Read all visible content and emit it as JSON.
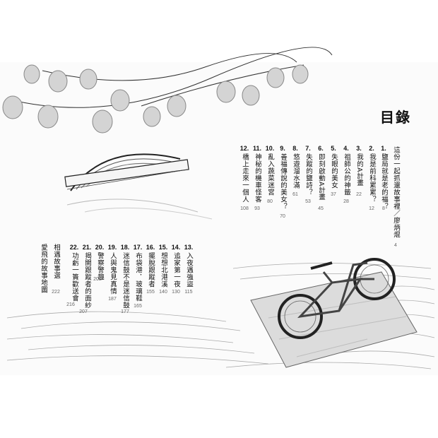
{
  "title": "目錄",
  "toc_top": [
    {
      "label": "這份一起抓還故事裡／廖炳焜",
      "page": "4"
    },
    {
      "num": "1.",
      "label": "鹽局就是老的福？",
      "page": "8"
    },
    {
      "num": "2.",
      "label": "我是前科累累？",
      "page": "12"
    },
    {
      "num": "3.",
      "label": "我的A計畫",
      "page": "22"
    },
    {
      "num": "4.",
      "label": "祖師公的神籤",
      "page": "28"
    },
    {
      "num": "5.",
      "label": "失眼的美女",
      "page": "37"
    },
    {
      "num": "6.",
      "label": "即刻啟動A計畫",
      "page": "45"
    },
    {
      "num": "7.",
      "label": "失蹤的鹽詩？",
      "page": "53"
    },
    {
      "num": "8.",
      "label": "悠遊溜水滿",
      "page": "61"
    },
    {
      "num": "9.",
      "label": "善福傳說的美女？",
      "page": "70"
    },
    {
      "num": "10.",
      "label": "亂入蔬菜迷宮",
      "page": "80"
    },
    {
      "num": "11.",
      "label": "神秘的機車怪客",
      "page": "93"
    },
    {
      "num": "12.",
      "label": "橋上走來一個人",
      "page": "108"
    }
  ],
  "toc_bottom": [
    {
      "num": "13.",
      "label": "入夜遇強盜",
      "page": "115"
    },
    {
      "num": "14.",
      "label": "追家第一夜",
      "page": "130"
    },
    {
      "num": "15.",
      "label": "想想北港溪",
      "page": "140"
    },
    {
      "num": "16.",
      "label": "擺脫跟蹤者",
      "page": "155"
    },
    {
      "num": "17.",
      "label": "布袋港．玻璃鞋",
      "page": "165"
    },
    {
      "num": "18.",
      "label": "迷信鼓不是迷信鼓",
      "page": "177"
    },
    {
      "num": "19.",
      "label": "人與鬼見真情",
      "page": "187"
    },
    {
      "num": "20.",
      "label": "警察警趣",
      "page": "202"
    },
    {
      "num": "21.",
      "label": "揭開跟蹤者的面紗",
      "page": "207"
    },
    {
      "num": "22.",
      "label": "功虧一簣歡送會",
      "page": "216"
    },
    {
      "label": "相遇故事選",
      "page": "222"
    },
    {
      "label": "愛飛的故事地圖",
      "page": ""
    }
  ]
}
